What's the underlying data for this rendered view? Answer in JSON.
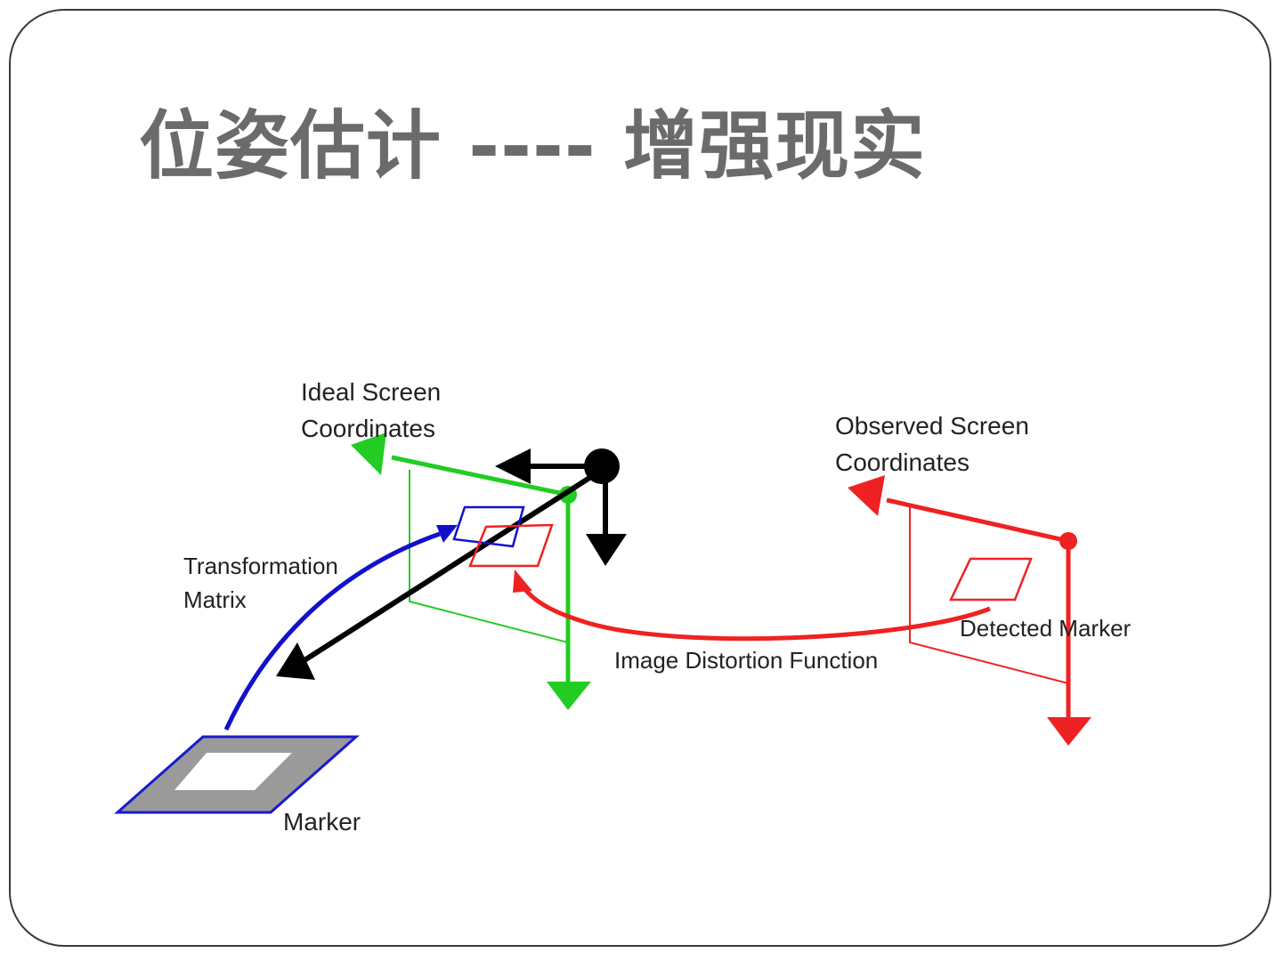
{
  "slide": {
    "title": "位姿估计 ---- 增强现实"
  },
  "diagram": {
    "labels": {
      "ideal_line1": "Ideal Screen",
      "ideal_line2": "Coordinates",
      "observed_line1": "Observed Screen",
      "observed_line2": "Coordinates",
      "transformation_line1": "Transformation",
      "transformation_line2": "Matrix",
      "distortion": "Image Distortion Function",
      "detected_marker": "Detected Marker",
      "marker": "Marker"
    },
    "colors": {
      "ideal_frame": "#22cc22",
      "observed_frame": "#ee2222",
      "camera_axes": "#000000",
      "transformation": "#1111cc",
      "marker_fill": "#9a9a9a",
      "marker_border": "#1a1acc",
      "title": "#6b6b6b"
    }
  }
}
